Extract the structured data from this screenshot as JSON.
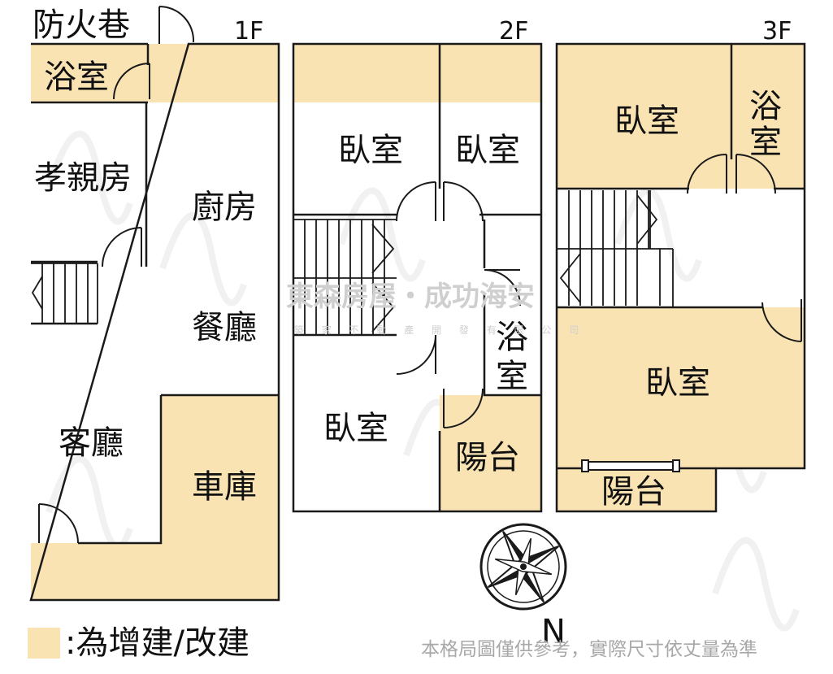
{
  "colors": {
    "addition_fill": "#f9e3b3",
    "wall": "#1a1a1a",
    "watermark": "#cfcfcf"
  },
  "floors": {
    "f1": {
      "label": "1F",
      "alley": "防火巷",
      "rooms": {
        "bath": "浴室",
        "elder_room": "孝親房",
        "kitchen": "廚房",
        "dining": "餐廳",
        "living": "客廳",
        "garage": "車庫"
      }
    },
    "f2": {
      "label": "2F",
      "rooms": {
        "bedroom_a": "臥室",
        "bedroom_b": "臥室",
        "bath_a": "浴",
        "bath_b": "室",
        "bedroom_c": "臥室",
        "balcony": "陽台"
      }
    },
    "f3": {
      "label": "3F",
      "rooms": {
        "bedroom_a": "臥室",
        "bath_a": "浴",
        "bath_b": "室",
        "bedroom_b": "臥室",
        "balcony": "陽台"
      }
    }
  },
  "watermark": {
    "line1": "東森房屋・成功海安",
    "line2": "築 家 不 動 產 開 發 有 限 公 司"
  },
  "compass": {
    "label": "N",
    "icon": "compass-rose-icon"
  },
  "legend": {
    "text": ":為增建/改建"
  },
  "disclaimer": "本格局圖僅供參考，實際尺寸依丈量為準"
}
